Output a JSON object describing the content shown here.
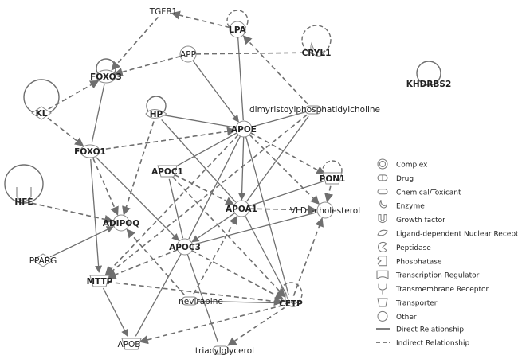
{
  "nodes": [
    {
      "id": "TGFB1",
      "label": "TGFB1",
      "bold": false,
      "shape": "none"
    },
    {
      "id": "LPA",
      "label": "LPA",
      "bold": true,
      "shape": "circle"
    },
    {
      "id": "APP",
      "label": "APP",
      "bold": false,
      "shape": "circle"
    },
    {
      "id": "CRYL1",
      "label": "CRYL1",
      "bold": true,
      "shape": "enzyme"
    },
    {
      "id": "KHDRBS2",
      "label": "KHDRBS2",
      "bold": true,
      "shape": "none"
    },
    {
      "id": "FOXO3",
      "label": "FOXO3",
      "bold": true,
      "shape": "ellipse"
    },
    {
      "id": "KL",
      "label": "KL",
      "bold": true,
      "shape": "diamond"
    },
    {
      "id": "HP",
      "label": "HP",
      "bold": true,
      "shape": "peptidase"
    },
    {
      "id": "DMPC",
      "label": "dimyristoylphosphatidylcholine",
      "bold": false,
      "shape": "chemical"
    },
    {
      "id": "APOE",
      "label": "APOE",
      "bold": true,
      "shape": "circle"
    },
    {
      "id": "FOXO1",
      "label": "FOXO1",
      "bold": true,
      "shape": "ellipse"
    },
    {
      "id": "HFE",
      "label": "HFE",
      "bold": true,
      "shape": "receptor"
    },
    {
      "id": "APOC1",
      "label": "APOC1",
      "bold": true,
      "shape": "transporter"
    },
    {
      "id": "PON1",
      "label": "PON1",
      "bold": true,
      "shape": "transporter"
    },
    {
      "id": "APOA1",
      "label": "APOA1",
      "bold": true,
      "shape": "circle"
    },
    {
      "id": "ADIPOQ",
      "label": "ADIPOQ",
      "bold": true,
      "shape": "circle"
    },
    {
      "id": "VLDL",
      "label": "VLDL-cholesterol",
      "bold": false,
      "shape": "circle"
    },
    {
      "id": "APOC3",
      "label": "APOC3",
      "bold": true,
      "shape": "circle"
    },
    {
      "id": "PPARG",
      "label": "PPARG",
      "bold": false,
      "shape": "diamond"
    },
    {
      "id": "MTTP",
      "label": "MTTP",
      "bold": true,
      "shape": "transporter"
    },
    {
      "id": "nevirapine",
      "label": "nevirapine",
      "bold": false,
      "shape": "chemical"
    },
    {
      "id": "CETP",
      "label": "CETP",
      "bold": true,
      "shape": "enzyme"
    },
    {
      "id": "APOB",
      "label": "APOB",
      "bold": false,
      "shape": "transporter"
    },
    {
      "id": "TAG",
      "label": "triacylglycerol",
      "bold": false,
      "shape": "chemical"
    }
  ],
  "edges": [
    {
      "from": "LPA",
      "to": "TGFB1",
      "type": "indirect",
      "arrow": true
    },
    {
      "from": "TGFB1",
      "to": "FOXO3",
      "type": "indirect",
      "arrow": true
    },
    {
      "from": "APP",
      "to": "FOXO3",
      "type": "indirect",
      "arrow": true
    },
    {
      "from": "APP",
      "to": "CRYL1",
      "type": "indirect",
      "arrow": false
    },
    {
      "from": "APP",
      "to": "APOE",
      "type": "direct",
      "arrow": true
    },
    {
      "from": "LPA",
      "to": "APOE",
      "type": "direct",
      "arrow": false
    },
    {
      "from": "DMPC",
      "to": "LPA",
      "type": "indirect",
      "arrow": true
    },
    {
      "from": "KL",
      "to": "FOXO3",
      "type": "indirect",
      "arrow": true
    },
    {
      "from": "FOXO3",
      "to": "FOXO1",
      "type": "direct",
      "arrow": false
    },
    {
      "from": "KL",
      "to": "FOXO1",
      "type": "indirect",
      "arrow": true
    },
    {
      "from": "HP",
      "to": "APOE",
      "type": "direct",
      "arrow": false
    },
    {
      "from": "HP",
      "to": "APOA1",
      "type": "direct",
      "arrow": false
    },
    {
      "from": "HP",
      "to": "ADIPOQ",
      "type": "indirect",
      "arrow": true
    },
    {
      "from": "DMPC",
      "to": "APOE",
      "type": "direct",
      "arrow": false
    },
    {
      "from": "DMPC",
      "to": "APOA1",
      "type": "direct",
      "arrow": false
    },
    {
      "from": "DMPC",
      "to": "MTTP",
      "type": "indirect",
      "arrow": true
    },
    {
      "from": "FOXO1",
      "to": "APOE",
      "type": "indirect",
      "arrow": true
    },
    {
      "from": "FOXO1",
      "to": "APOC3",
      "type": "direct",
      "arrow": true
    },
    {
      "from": "FOXO1",
      "to": "ADIPOQ",
      "type": "indirect",
      "arrow": true
    },
    {
      "from": "FOXO1",
      "to": "MTTP",
      "type": "direct",
      "arrow": true
    },
    {
      "from": "APOE",
      "to": "APOA1",
      "type": "direct",
      "arrow": true
    },
    {
      "from": "APOE",
      "to": "PON1",
      "type": "indirect",
      "arrow": true
    },
    {
      "from": "APOE",
      "to": "VLDL",
      "type": "indirect",
      "arrow": true
    },
    {
      "from": "APOE",
      "to": "APOC1",
      "type": "direct",
      "arrow": false
    },
    {
      "from": "APOE",
      "to": "APOC3",
      "type": "direct",
      "arrow": false
    },
    {
      "from": "APOE",
      "to": "CETP",
      "type": "direct",
      "arrow": false
    },
    {
      "from": "APOE",
      "to": "MTTP",
      "type": "indirect",
      "arrow": true
    },
    {
      "from": "HFE",
      "to": "ADIPOQ",
      "type": "indirect",
      "arrow": true
    },
    {
      "from": "APOC1",
      "to": "APOA1",
      "type": "indirect",
      "arrow": true
    },
    {
      "from": "APOC1",
      "to": "APOC3",
      "type": "direct",
      "arrow": false
    },
    {
      "from": "APOC1",
      "to": "CETP",
      "type": "indirect",
      "arrow": true
    },
    {
      "from": "APOA1",
      "to": "PON1",
      "type": "direct",
      "arrow": false
    },
    {
      "from": "APOA1",
      "to": "APOC3",
      "type": "direct",
      "arrow": true
    },
    {
      "from": "APOA1",
      "to": "CETP",
      "type": "direct",
      "arrow": false
    },
    {
      "from": "APOA1",
      "to": "VLDL",
      "type": "indirect",
      "arrow": true
    },
    {
      "from": "PON1",
      "to": "VLDL",
      "type": "indirect",
      "arrow": true
    },
    {
      "from": "APOC3",
      "to": "VLDL",
      "type": "direct",
      "arrow": false
    },
    {
      "from": "APOC3",
      "to": "CETP",
      "type": "indirect",
      "arrow": true
    },
    {
      "from": "APOC3",
      "to": "MTTP",
      "type": "indirect",
      "arrow": true
    },
    {
      "from": "APOC3",
      "to": "APOB",
      "type": "direct",
      "arrow": false
    },
    {
      "from": "APOC3",
      "to": "TAG",
      "type": "direct",
      "arrow": false
    },
    {
      "from": "PPARG",
      "to": "ADIPOQ",
      "type": "direct",
      "arrow": true
    },
    {
      "from": "MTTP",
      "to": "APOB",
      "type": "direct",
      "arrow": true
    },
    {
      "from": "MTTP",
      "to": "CETP",
      "type": "indirect",
      "arrow": true
    },
    {
      "from": "nevirapine",
      "to": "CETP",
      "type": "direct",
      "arrow": false
    },
    {
      "from": "nevirapine",
      "to": "APOA1",
      "type": "indirect",
      "arrow": true
    },
    {
      "from": "nevirapine",
      "to": "ADIPOQ",
      "type": "indirect",
      "arrow": true
    },
    {
      "from": "CETP",
      "to": "APOB",
      "type": "indirect",
      "arrow": true
    },
    {
      "from": "CETP",
      "to": "VLDL",
      "type": "indirect",
      "arrow": true
    },
    {
      "from": "CETP",
      "to": "TAG",
      "type": "indirect",
      "arrow": true
    }
  ],
  "self_loops": [
    {
      "node": "LPA",
      "type": "indirect"
    },
    {
      "node": "CRYL1",
      "type": "indirect"
    },
    {
      "node": "KHDRBS2",
      "type": "direct"
    },
    {
      "node": "FOXO3",
      "type": "direct"
    },
    {
      "node": "KL",
      "type": "direct"
    },
    {
      "node": "HP",
      "type": "direct"
    },
    {
      "node": "HFE",
      "type": "direct"
    },
    {
      "node": "PON1",
      "type": "indirect"
    },
    {
      "node": "CETP",
      "type": "indirect"
    }
  ],
  "legend": {
    "items": [
      {
        "icon": "complex",
        "label": "Complex"
      },
      {
        "icon": "drug",
        "label": "Drug"
      },
      {
        "icon": "chemical",
        "label": "Chemical/Toxicant"
      },
      {
        "icon": "enzyme",
        "label": "Enzyme"
      },
      {
        "icon": "growth-factor",
        "label": "Growth factor"
      },
      {
        "icon": "nuclear-receptor",
        "label": "Ligand-dependent Nuclear Receptor"
      },
      {
        "icon": "peptidase",
        "label": "Peptidase"
      },
      {
        "icon": "phosphatase",
        "label": "Phosphatase"
      },
      {
        "icon": "transcription-regulator",
        "label": "Transcription Regulator"
      },
      {
        "icon": "transmembrane-receptor",
        "label": "Transmembrane Receptor"
      },
      {
        "icon": "transporter",
        "label": "Transporter"
      },
      {
        "icon": "other",
        "label": "Other"
      }
    ],
    "relationships": [
      {
        "type": "direct",
        "label": "Direct Relationship"
      },
      {
        "type": "indirect",
        "label": "Indirect Relationship"
      }
    ]
  },
  "colors": {
    "edge": "#6f6f6f",
    "node_stroke": "#8a8a8a",
    "node_fill": "#ffffff",
    "text": "#222222"
  }
}
